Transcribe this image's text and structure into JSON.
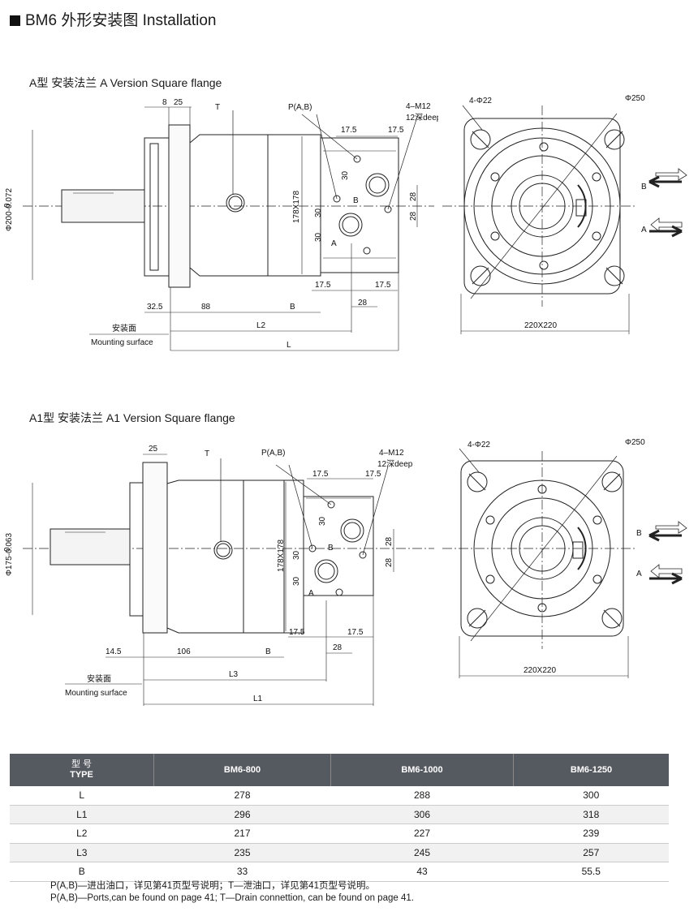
{
  "page": {
    "title": "BM6 外形安装图 Installation",
    "section_a": "A型 安装法兰  A Version Square flange",
    "section_a1": "A1型 安装法兰  A1 Version Square flange"
  },
  "drawing_a": {
    "dims_top": [
      "8",
      "25"
    ],
    "T": "T",
    "P": "P(A,B)",
    "thread": "4–M12",
    "thread_depth": "12深deep",
    "d175a": "17.5",
    "d175b": "17.5",
    "d30": "30",
    "B": "B",
    "A": "A",
    "d28": "28",
    "d178": "178X178",
    "phi": "0\nΦ200-0.072",
    "phi_zero": "0",
    "phi_val": "Φ200-0.072",
    "d325": "32.5",
    "d88": "88",
    "dimB": "B",
    "L2": "L2",
    "L": "L",
    "mount_cn": "安装面",
    "mount_en": "Mounting surface",
    "holes": "4-Φ22",
    "phi250": "Φ250",
    "sq": "220X220",
    "portB": "B",
    "portA": "A"
  },
  "drawing_a1": {
    "d25": "25",
    "T": "T",
    "P": "P(A,B)",
    "thread": "4–M12",
    "thread_depth": "12深deep",
    "d175": "17.5",
    "d30": "30",
    "d28": "28",
    "d178": "178X178",
    "phi_zero": "0",
    "phi_val": "Φ175-0.063",
    "d145": "14.5",
    "d106": "106",
    "dimB": "B",
    "L3": "L3",
    "L1": "L1",
    "mount_cn": "安装面",
    "mount_en": "Mounting surface",
    "holes": "4-Φ22",
    "phi250": "Φ250",
    "sq": "220X220",
    "portB": "B",
    "portA": "A"
  },
  "table": {
    "header_cn": "型  号",
    "header_en": "TYPE",
    "columns": [
      "BM6-800",
      "BM6-1000",
      "BM6-1250"
    ],
    "rows": [
      {
        "name": "L",
        "values": [
          "278",
          "288",
          "300"
        ]
      },
      {
        "name": "L1",
        "values": [
          "296",
          "306",
          "318"
        ]
      },
      {
        "name": "L2",
        "values": [
          "217",
          "227",
          "239"
        ]
      },
      {
        "name": "L3",
        "values": [
          "235",
          "245",
          "257"
        ]
      },
      {
        "name": "B",
        "values": [
          "33",
          "43",
          "55.5"
        ]
      }
    ]
  },
  "notes": {
    "cn": "P(A,B)—进出油口，详见第41页型号说明；T—泄油口，详见第41页型号说明。",
    "en": "P(A,B)—Ports,can be found on page 41; T—Drain connettion, can be found on page 41."
  }
}
